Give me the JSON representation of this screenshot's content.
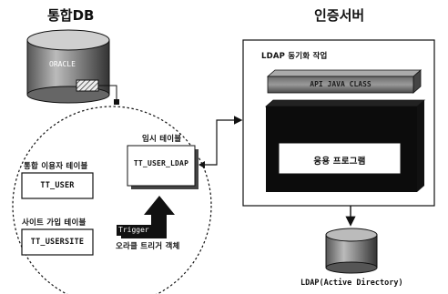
{
  "left_title": "통합DB",
  "right_title": "인증서버",
  "oracle": {
    "label": "ORACLE"
  },
  "integration_db": {
    "user_table_title": "통합 이용자 테이블",
    "user_table_name": "TT_USER",
    "site_table_title": "사이트 가입 테이블",
    "site_table_name": "TT_USERSITE",
    "temp_table_title": "임시 테이블",
    "temp_table_name": "TT_USER_LDAP",
    "trigger_label": "Trigger",
    "trigger_caption": "오라클 트리거 객체"
  },
  "auth_server": {
    "sync_title": "LDAP 동기화 작업",
    "banner_label": "API JAVA CLASS",
    "app_label": "응용 프로그램"
  },
  "ldap": {
    "label": "LDAP(Active Directory)"
  }
}
